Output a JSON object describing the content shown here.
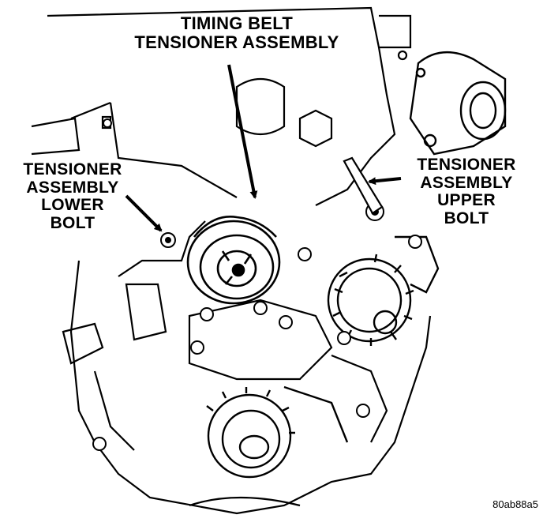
{
  "labels": {
    "timing_belt_tensioner": [
      "TIMING BELT",
      "TENSIONER ASSEMBLY"
    ],
    "tensioner_lower_bolt": [
      "TENSIONER",
      "ASSEMBLY",
      "LOWER",
      "BOLT"
    ],
    "tensioner_upper_bolt": [
      "TENSIONER",
      "ASSEMBLY",
      "UPPER",
      "BOLT"
    ],
    "figure_code": "80ab88a5"
  },
  "colors": {
    "ink": "#000000",
    "paper": "#ffffff"
  }
}
